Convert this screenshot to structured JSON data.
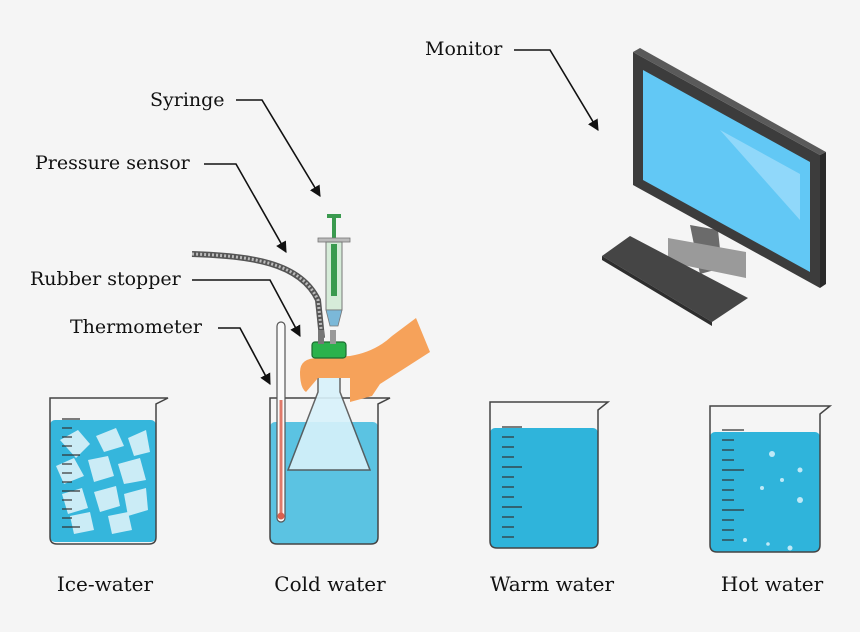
{
  "labels": {
    "monitor": "Monitor",
    "syringe": "Syringe",
    "pressure_sensor": "Pressure sensor",
    "rubber_stopper": "Rubber stopper",
    "thermometer": "Thermometer"
  },
  "beakers": [
    {
      "caption": "Ice-water",
      "water_color": "#35b6dc"
    },
    {
      "caption": "Cold water",
      "water_color": "#5bc3e2"
    },
    {
      "caption": "Warm water",
      "water_color": "#2fb4db"
    },
    {
      "caption": "Hot water",
      "water_color": "#2fb4db"
    }
  ],
  "colors": {
    "background": "#f5f5f5",
    "monitor_screen": "#62c8f5",
    "monitor_frame": "#3b3b3b",
    "stopper": "#2bb24c",
    "hand": "#f6a25a",
    "flask": "#c9ecf8"
  }
}
